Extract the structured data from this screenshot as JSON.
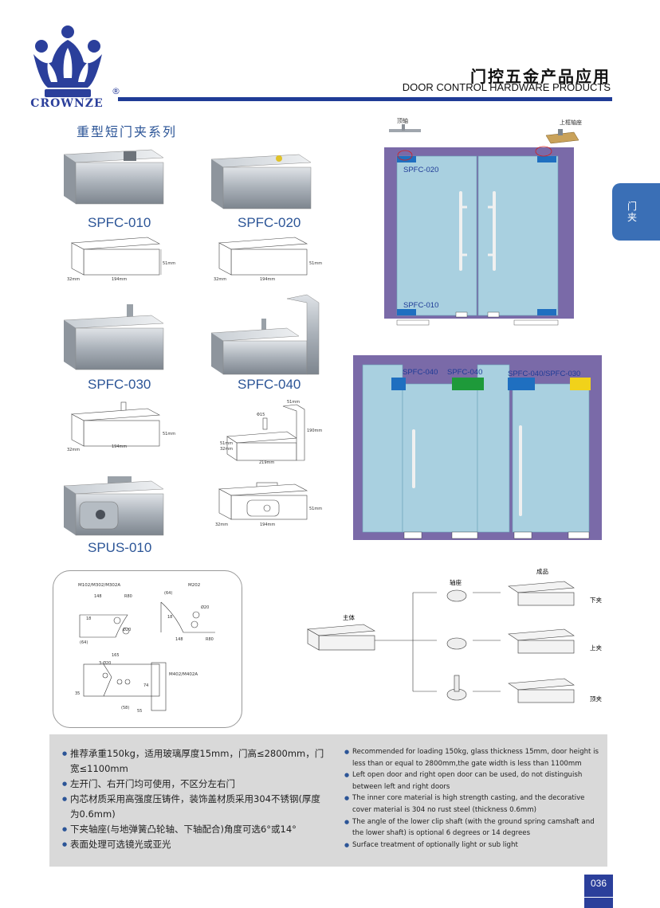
{
  "header": {
    "brand": "CROWNZE",
    "registered": "®",
    "title_cn": "门控五金产品应用",
    "title_en": "DOOR CONTROL HARDWARE PRODUCTS"
  },
  "side_tab": {
    "line1": "门",
    "line2": "夹"
  },
  "series_title": "重型短门夹系列",
  "products": [
    {
      "model": "SPFC-010"
    },
    {
      "model": "SPFC-020"
    },
    {
      "model": "SPFC-030"
    },
    {
      "model": "SPFC-040"
    },
    {
      "model": "SPUS-010"
    }
  ],
  "dims": {
    "d010": {
      "h": "51mm",
      "w": "194mm",
      "d": "32mm"
    },
    "d020": {
      "h": "51mm",
      "w": "194mm",
      "d": "32mm"
    },
    "d030": {
      "h": "51mm",
      "w": "194mm",
      "d": "32mm"
    },
    "d040": {
      "top": "51mm",
      "dia": "Φ15",
      "h": "190mm",
      "w": "219mm",
      "d": "32mm",
      "side": "51mm"
    },
    "dus": {
      "h": "51mm",
      "w": "194mm",
      "d": "32mm"
    }
  },
  "door_diagram_top": {
    "label_top_pivot": "顶轴",
    "label_top_patch": "上框轴座",
    "label_upper": "SPFC-020",
    "label_lower": "SPFC-010"
  },
  "door_diagram_bottom": {
    "label_a": "SPFC-040",
    "label_b": "SPFC-040",
    "label_c": "SPFC-040/SPFC-030"
  },
  "cutout": {
    "m102": "M102/M302/M302A",
    "m202": "M202",
    "m402": "M402/M402A",
    "v148": "148",
    "v64": "(64)",
    "r80": "R80",
    "r20": "Ø20",
    "v18": "18",
    "v165": "165",
    "v3020": "3-Ø20",
    "v74": "74",
    "v58": "(58)",
    "v55": "55",
    "v35": "35"
  },
  "assembly": {
    "main_body": "主体",
    "shaft_seat": "轴座",
    "finished": "成品",
    "lower_clip": "下夹",
    "upper_clip": "上夹",
    "top_clip": "顶夹"
  },
  "spec_cn": [
    "推荐承重150kg，适用玻璃厚度15mm，门高≤2800mm，门宽≤1100mm",
    "左开门、右开门均可使用，不区分左右门",
    "内芯材质采用高强度压铸件，装饰盖材质采用304不锈钢(厚度为0.6mm)",
    "下夹轴座(与地弹簧凸轮轴、下轴配合)角度可选6°或14°",
    "表面处理可选镜光或亚光"
  ],
  "spec_en": [
    "Recommended for loading 150kg, glass thickness 15mm, door height is less than or equal to 2800mm,the gate width is less than 1100mm",
    "Left open door and right open door can be used, do not distinguish between left and right doors",
    "The inner core material is high strength casting, and the decorative cover material is 304 no rust steel (thickness 0.6mm)",
    "The angle of the lower clip shaft (with the ground spring camshaft and the lower shaft) is optional 6 degrees or 14 degrees",
    "Surface treatment of optionally light or sub light"
  ],
  "page_number": "036",
  "colors": {
    "brand_blue": "#2b3f9b",
    "frame_purple": "#7a6aa8",
    "glass": "#a9d0e0"
  }
}
